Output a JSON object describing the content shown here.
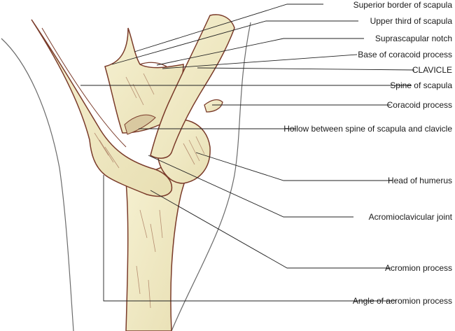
{
  "labels": [
    "Superior border of scapula",
    "Upper third of scapula",
    "Suprascapular notch",
    "Base of coracoid process",
    "CLAVICLE",
    "Spine of scapula",
    "Coracoid process",
    "Hollow between spine of scapula and clavicle",
    "Head of humerus",
    "Acromioclavicular joint",
    "Acromion process",
    "Angle of acromion process"
  ],
  "colors": {
    "bone": "#f1ebc6",
    "bone_outline": "#7a3b2a",
    "shade": "#b58d70",
    "skin_outline": "#6b6b6b",
    "leader_line": "#222222"
  }
}
